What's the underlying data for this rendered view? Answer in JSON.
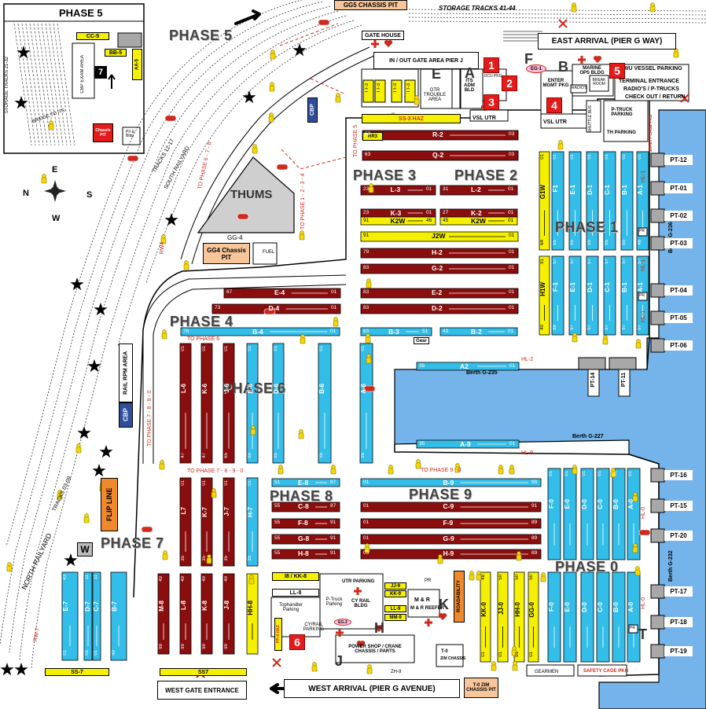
{
  "phases": {
    "p5": "PHASE 5",
    "p3": "PHASE 3",
    "p2": "PHASE 2",
    "p1": "PHASE 1",
    "p4": "PHASE 4",
    "p6": "PHASE 6",
    "p8": "PHASE 8",
    "p9": "PHASE 9",
    "p7": "PHASE 7",
    "p0": "PHASE 0"
  },
  "inset": {
    "title": "PHASE 5",
    "cc5": "CC-5",
    "bb5": "BB-5",
    "aa5": "AA-5",
    "seven": "7",
    "exam": "CBP EXAM AREA",
    "chassis": "Chassis PIT",
    "pbldg": "P/I & Bldg",
    "storage": "STORAGE TRACKS 21-32",
    "bridge": "BRIDGE TO ITS"
  },
  "top": {
    "gg5": "GG5 CHASSIS PIT",
    "storage_tracks": "STORAGE TRACKS 41-44",
    "east_arrival": "EAST ARRIVAL (PIER G WAY)",
    "gate_house": "GATE HOUSE",
    "inout": "IN / OUT GATE AREA PIER J",
    "ilwu": "ILWU VESSEL PARKING",
    "terminal_entrance": "TERMINAL ENTRANCE",
    "radios": "RADIO'S / P-TRUCKS",
    "checkout": "CHECK OUT / RETURN",
    "marine_ops": "MARINE OPS BLDG",
    "enter_mgmt": "ENTER MGMT PKG",
    "vsl_utr": "VSL UTR",
    "otr_trouble": "OTR TROUBLE AREA",
    "its_adm": "ITS ADM BLD",
    "mgmt_ocu": "MGMT OCU PKG",
    "ss3": "SS-3 HAZ",
    "p_truck": "P-TRUCK PARKING",
    "th_parking": "TH PARKING",
    "safety_cage_top": "SAFETY CAGE PKG",
    "break_room": "BREAK ROOM",
    "radios_small": "RADIO'S",
    "shuttle_bus": "SHUTTLE BUS",
    "lbl_E": "E",
    "lbl_A": "A",
    "lbl_F": "F",
    "lbl_B": "B",
    "eg1": "EG-1",
    "tt3": "TT-3",
    "n1": "1",
    "n2": "2",
    "n3": "3",
    "n4": "4",
    "n5": "5"
  },
  "compass": {
    "n": "N",
    "e": "E",
    "s": "S",
    "w": "W"
  },
  "tracks": {
    "t1217": "TRACKS 12-17",
    "south_railyard": "SOUTH RAILYARD",
    "north_railyard": "NORTH RAILYARD",
    "t0309": "TRACKS 03-09",
    "rw4": "RW4",
    "rw7": "RW-7",
    "cbp": "CBP",
    "rail_rpm": "RAIL RPM AREA",
    "flip_line": "FLIP LINE"
  },
  "center": {
    "thums": "THUMS",
    "gg4": "GG-4",
    "gg4_pit": "GG4 Chassis PIT",
    "fuel": "FUEL",
    "to_phase_678": "TO PHASE 6 - 7 - 8",
    "to_phase_1234": "TO PHASE 1 - 2 - 3 - 4",
    "to_phase_5": "TO PHASE 5",
    "to_phase_6": "TO PHASE 6",
    "to_phase_7890_v": "TO PHASE 7 - 8 - 9 - 0",
    "to_phase_7890_h": "TO PHASE 7 - 8 - 9 - 0",
    "to_phase_90": "TO PHASE 9 - 0",
    "gear": "Gear",
    "rr3": "RR3"
  },
  "rows_red": [
    {
      "id": "R-2",
      "l": "63",
      "r": "03"
    },
    {
      "id": "Q-2",
      "l": "63",
      "r": "03"
    },
    {
      "id": "L-3",
      "l": "23",
      "r": "01"
    },
    {
      "id": "L-2",
      "l": "31",
      "r": "01"
    },
    {
      "id": "K-3",
      "l": "23",
      "r": "01"
    },
    {
      "id": "K-2",
      "l": "27",
      "r": "01"
    },
    {
      "id": "H-2",
      "l": "79",
      "r": "01"
    },
    {
      "id": "G-2",
      "l": "83",
      "r": "01"
    },
    {
      "id": "E-4",
      "l": "67",
      "r": "01"
    },
    {
      "id": "D-4",
      "l": "73",
      "r": "01"
    },
    {
      "id": "E-2",
      "l": "83",
      "r": "01"
    },
    {
      "id": "D-2",
      "l": "83",
      "r": "01"
    },
    {
      "id": "C-8",
      "l": "55",
      "r": "87"
    },
    {
      "id": "F-8",
      "l": "55",
      "r": "91"
    },
    {
      "id": "G-8",
      "l": "55",
      "r": "91"
    },
    {
      "id": "H-8",
      "l": "55",
      "r": "91"
    },
    {
      "id": "C-9",
      "l": "01",
      "r": "91"
    },
    {
      "id": "F-9",
      "l": "01",
      "r": "89"
    },
    {
      "id": "G-9",
      "l": "01",
      "r": "89"
    },
    {
      "id": "H-9",
      "l": "03",
      "r": "89"
    }
  ],
  "rows_yellow": [
    {
      "id": "K2W",
      "l": "91",
      "r": "46"
    },
    {
      "id": "K2W",
      "l": "45",
      "r": "01"
    },
    {
      "id": "J2W",
      "l": "91",
      "r": "01"
    }
  ],
  "rows_blue_h": [
    {
      "id": "B-4",
      "l": "78",
      "r": "01"
    },
    {
      "id": "B-3",
      "l": "83",
      "r": "51"
    },
    {
      "id": "B-2",
      "l": "43",
      "r": "01"
    },
    {
      "id": "A2",
      "l": "35",
      "r": "01"
    },
    {
      "id": "A-9",
      "l": "35",
      "r": "01"
    },
    {
      "id": "E-8",
      "l": "51",
      "r": "87"
    },
    {
      "id": "B-9",
      "l": "01",
      "r": "89"
    }
  ],
  "cols_p1": [
    {
      "id": "G1W",
      "t": "01",
      "b": "64",
      "c": "y"
    },
    {
      "id": "F1",
      "t": "01",
      "b": "55",
      "c": "b"
    },
    {
      "id": "E-1",
      "t": "01",
      "b": "55",
      "c": "b"
    },
    {
      "id": "D-1",
      "t": "01",
      "b": "55",
      "c": "b"
    },
    {
      "id": "C-1",
      "t": "01",
      "b": "55",
      "c": "b"
    },
    {
      "id": "B-1",
      "t": "01",
      "b": "55",
      "c": "b"
    },
    {
      "id": "A-1",
      "t": "01",
      "b": "48",
      "c": "b"
    }
  ],
  "cols_p1b": [
    {
      "id": "H1W",
      "t": "91",
      "b": "40",
      "c": "y"
    },
    {
      "id": "F-1",
      "t": "57",
      "b": "89",
      "c": "b"
    },
    {
      "id": "E-1",
      "t": "57",
      "b": "97",
      "c": "b"
    },
    {
      "id": "D-1",
      "t": "57",
      "b": "97",
      "c": "b"
    },
    {
      "id": "C-1",
      "t": "57",
      "b": "97",
      "c": "b"
    },
    {
      "id": "B-1",
      "t": "57",
      "b": "97",
      "c": "b"
    },
    {
      "id": "A-1",
      "t": "57",
      "b": "97",
      "c": "b"
    }
  ],
  "cols_p6": [
    {
      "id": "L-6",
      "t": "01",
      "b": "47",
      "c": "r"
    },
    {
      "id": "K-6",
      "t": "01",
      "b": "47",
      "c": "r"
    },
    {
      "id": "J-6",
      "t": "01",
      "b": "65",
      "c": "r"
    },
    {
      "id": "E-6",
      "t": "01",
      "b": "55",
      "c": "b"
    },
    {
      "id": "D-6",
      "t": "01",
      "b": "55",
      "c": "b"
    },
    {
      "id": "B-6",
      "t": "01",
      "b": "55",
      "c": "b"
    },
    {
      "id": "A-6",
      "t": "01",
      "b": "55",
      "c": "b"
    }
  ],
  "cols_p8": [
    {
      "id": "L7",
      "t": "01",
      "b": "35",
      "c": "r"
    },
    {
      "id": "K-7",
      "t": "01",
      "b": "35",
      "c": "r"
    },
    {
      "id": "J-7",
      "t": "01",
      "b": "35",
      "c": "r"
    },
    {
      "id": "H-7",
      "t": "01",
      "b": "35",
      "c": "b"
    }
  ],
  "cols_p8b": [
    {
      "id": "M-8",
      "t": "49",
      "b": "99",
      "c": "r"
    },
    {
      "id": "L-8",
      "t": "49",
      "b": "99",
      "c": "r"
    },
    {
      "id": "K-8",
      "t": "49",
      "b": "99",
      "c": "r"
    },
    {
      "id": "J-8",
      "t": "49",
      "b": "99",
      "c": "r"
    },
    {
      "id": "HH-8",
      "t": "",
      "b": "",
      "c": "y"
    }
  ],
  "cols_p7": [
    {
      "id": "E-7",
      "t": "43",
      "b": "01",
      "c": "b"
    },
    {
      "id": "D-7",
      "t": "11",
      "b": "01",
      "c": "b"
    },
    {
      "id": "C-7",
      "t": "11",
      "b": "01",
      "c": "b"
    },
    {
      "id": "B-7",
      "t": "",
      "b": "49",
      "c": "b"
    }
  ],
  "cols_p0": [
    {
      "id": "F-0",
      "t": "01",
      "b": "",
      "c": "b"
    },
    {
      "id": "E-0",
      "t": "01",
      "b": "",
      "c": "b"
    },
    {
      "id": "D-0",
      "t": "01",
      "b": "",
      "c": "b"
    },
    {
      "id": "C-0",
      "t": "01",
      "b": "",
      "c": "b"
    },
    {
      "id": "B-0",
      "t": "01",
      "b": "",
      "c": "b"
    },
    {
      "id": "A-0",
      "t": "01",
      "b": "",
      "c": "b"
    }
  ],
  "cols_p0b": [
    {
      "id": "KK-0",
      "t": "48",
      "b": "01",
      "c": "y"
    },
    {
      "id": "JJ-0",
      "t": "50",
      "b": "01",
      "c": "y"
    },
    {
      "id": "HH-0",
      "t": "50",
      "b": "01",
      "c": "y"
    },
    {
      "id": "GG-0",
      "t": "50",
      "b": "01",
      "c": "y"
    },
    {
      "id": "F-0",
      "t": "",
      "b": "",
      "c": "b"
    },
    {
      "id": "E-0",
      "t": "",
      "b": "",
      "c": "b"
    },
    {
      "id": "D-0",
      "t": "",
      "b": "",
      "c": "b"
    },
    {
      "id": "C-0",
      "t": "",
      "b": "",
      "c": "b"
    },
    {
      "id": "B-0",
      "t": "",
      "b": "",
      "c": "b"
    },
    {
      "id": "A-0",
      "t": "",
      "b": "",
      "c": "b"
    }
  ],
  "hl": {
    "hl1a": "HL-1",
    "hl1b": "HL-1",
    "hl1c": "HL-1",
    "hl2": "HL-2",
    "hl9": "HL-9",
    "hl0a": "HL-0",
    "hl0b": "HL-0"
  },
  "berths": {
    "g236": "Berth G-236",
    "g235": "Berth G-235",
    "g227": "Berth G-227",
    "g232": "Berth G-232"
  },
  "pts": [
    "PT-12",
    "PT-01",
    "PT-02",
    "PT-03",
    "PT-04",
    "PT-05",
    "PT-06",
    "PT-16",
    "PT-15",
    "PT-20",
    "PT-17",
    "PT-18",
    "PT-19"
  ],
  "pt_mid": [
    "PT-14",
    "PT-11"
  ],
  "bottom": {
    "west_gate": "WEST GATE ENTRANCE",
    "west_arrival": "WEST ARRIVAL (PIER G AVENUE)",
    "ss7a": "SS-7",
    "ss7b": "SS7",
    "i8": "I8 / KK-8",
    "ll8": "LL-8",
    "tophandler": "Tophandler Parking",
    "cy_rail": "CY/RAIL PARKING",
    "pp8": "PP-8 HAZ",
    "utr_parking": "UTR PARKING",
    "p_truck_parking": "P-Truck Parking",
    "cy_rail_bldg": "CY RAIL BLDG",
    "jj9": "JJ-9",
    "kk9": "KK-9",
    "ll9": "LL-9",
    "mm9": "MM-9",
    "mr": "M & R",
    "mr_reefer": "M & R REEFER",
    "pr": "PR",
    "roadability": "ROADABILITY",
    "power_shop": "POWER SHOP / CRANE CHASSIS / PARTS",
    "zh9": "ZH-9",
    "gearmen": "GEARMEN",
    "safety_cage": "SAFETY CAGE PKG",
    "t0": "T-0",
    "t0_zim": "ZIM CHASSIS",
    "t0_pit": "T-0 ZIM CHASSIS PIT",
    "eg2": "EG-2",
    "lbl_K": "K",
    "lbl_H": "H",
    "lbl_J": "J",
    "lbl_T": "T",
    "lbl_W": "W",
    "n6": "6"
  },
  "colors": {
    "water": "#75b4ea",
    "maroon": "#8b0e0e",
    "cyan": "#33bde9",
    "yellow": "#f5f000",
    "red": "#e31b1b",
    "orange": "#f0892b",
    "peach": "#f8c69b",
    "navy": "#2e4d9a",
    "gray": "#a8a8a8"
  }
}
